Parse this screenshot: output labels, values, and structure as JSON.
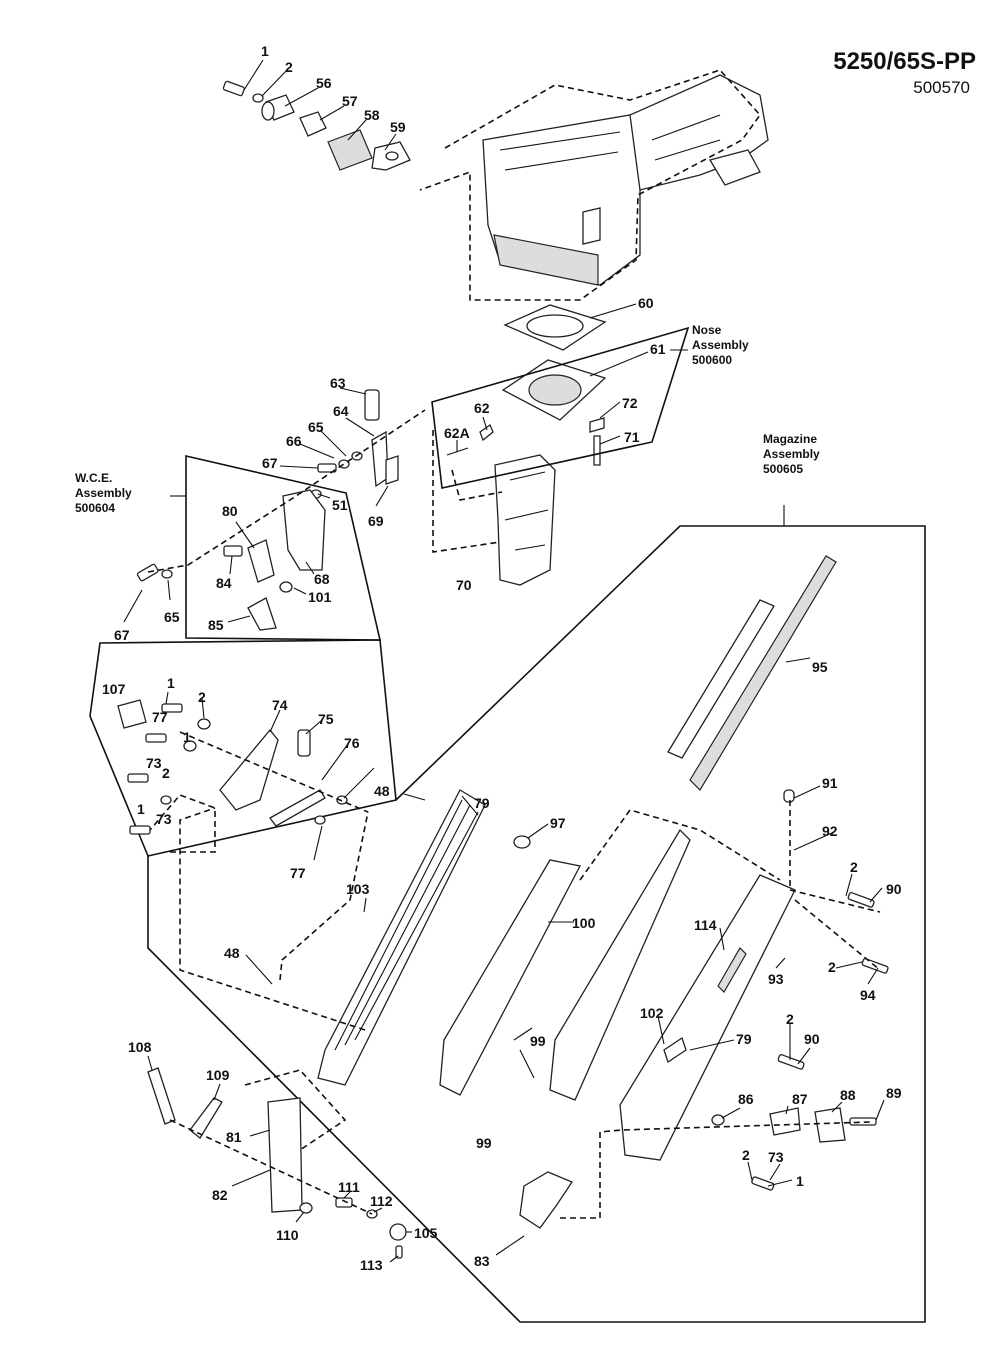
{
  "header": {
    "model": "5250/65S-PP",
    "doc_number": "500570"
  },
  "assemblies": {
    "nose": {
      "line1": "Nose",
      "line2": "Assembly",
      "number": "500600"
    },
    "wce": {
      "line1": "W.C.E.",
      "line2": "Assembly",
      "number": "500604"
    },
    "magazine": {
      "line1": "Magazine",
      "line2": "Assembly",
      "number": "500605"
    }
  },
  "callouts": [
    "1",
    "2",
    "56",
    "57",
    "58",
    "59",
    "60",
    "61",
    "62",
    "62A",
    "72",
    "71",
    "63",
    "64",
    "65",
    "66",
    "67",
    "69",
    "70",
    "51",
    "80",
    "84",
    "68",
    "101",
    "85",
    "67",
    "65",
    "95",
    "107",
    "1",
    "2",
    "74",
    "75",
    "76",
    "77",
    "1",
    "2",
    "73",
    "1",
    "73",
    "77",
    "48",
    "79",
    "97",
    "91",
    "92",
    "103",
    "2",
    "90",
    "100",
    "114",
    "93",
    "2",
    "94",
    "48",
    "102",
    "99",
    "2",
    "90",
    "79",
    "99",
    "86",
    "87",
    "88",
    "89",
    "108",
    "109",
    "81",
    "82",
    "2",
    "73",
    "1",
    "111",
    "112",
    "105",
    "110",
    "113",
    "83"
  ]
}
